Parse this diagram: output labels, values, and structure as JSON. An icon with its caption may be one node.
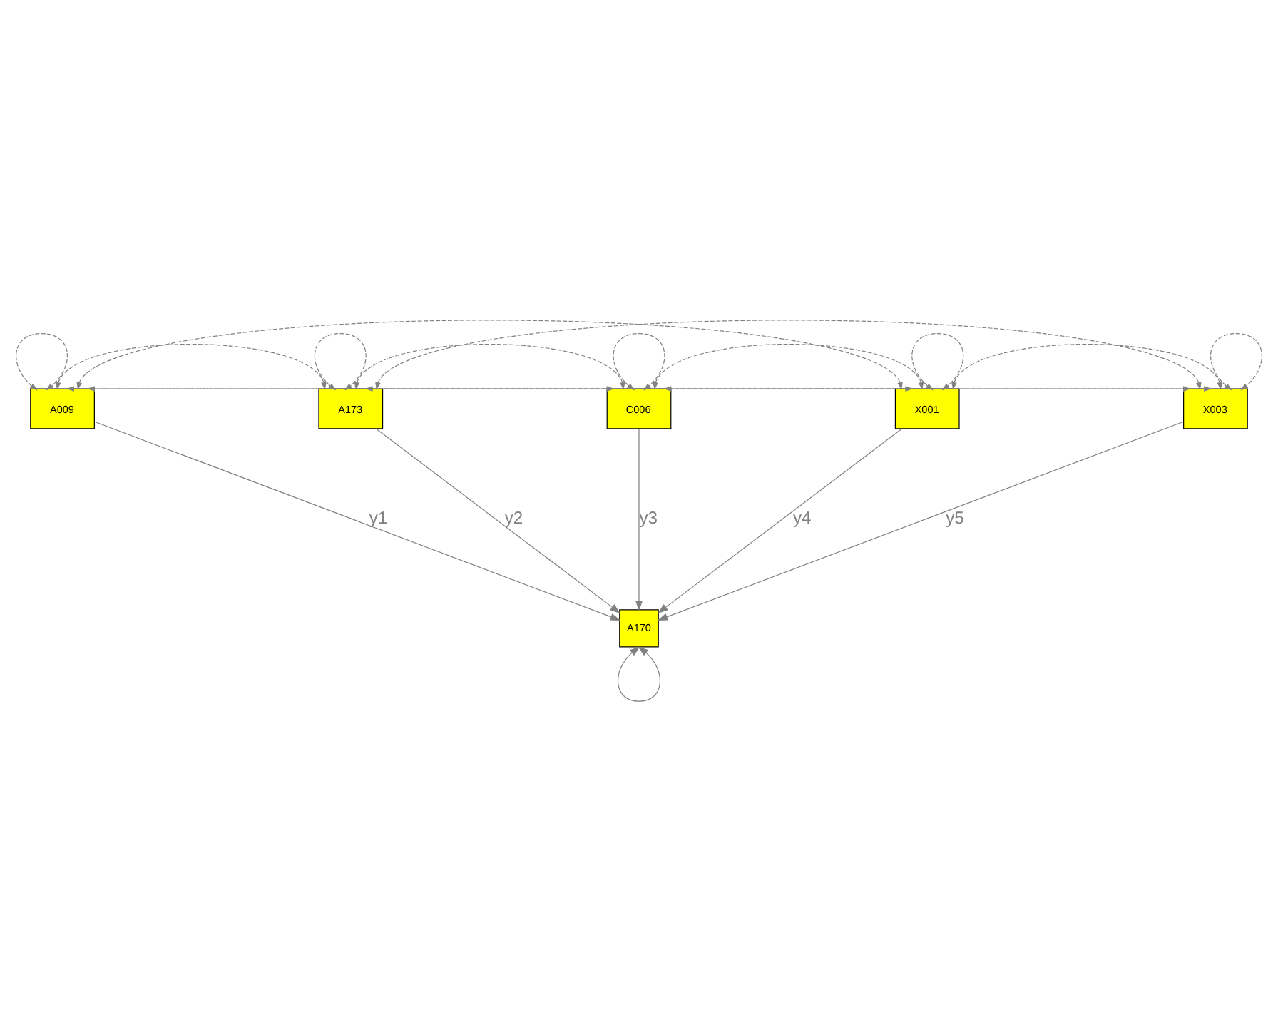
{
  "diagram": {
    "nodes": [
      {
        "text": [
          "A009"
        ]
      },
      {
        "text": [
          "A173"
        ]
      },
      {
        "text": [
          "C006"
        ]
      },
      {
        "text": [
          "X001"
        ]
      },
      {
        "text": [
          "X003"
        ]
      },
      {
        "text": [
          "A170"
        ]
      }
    ],
    "edges": [
      {
        "from": 0,
        "to": 0,
        "arrow": "both",
        "style": "dashed"
      },
      {
        "from": 1,
        "to": 1,
        "arrow": "both",
        "style": "dashed"
      },
      {
        "from": 2,
        "to": 2,
        "arrow": "both",
        "style": "dashed"
      },
      {
        "from": 3,
        "to": 3,
        "arrow": "both",
        "style": "dashed"
      },
      {
        "from": 4,
        "to": 4,
        "arrow": "both",
        "style": "dashed"
      },
      {
        "from": 0,
        "to": 1,
        "arrow": "both",
        "style": "dashed"
      },
      {
        "from": 0,
        "to": 2,
        "arrow": "both",
        "style": "dashed"
      },
      {
        "from": 0,
        "to": 3,
        "arrow": "both",
        "style": "dashed"
      },
      {
        "from": 0,
        "to": 4,
        "arrow": "both",
        "style": "dashed"
      },
      {
        "from": 1,
        "to": 2,
        "arrow": "both",
        "style": "dashed"
      },
      {
        "from": 1,
        "to": 3,
        "arrow": "both",
        "style": "dashed"
      },
      {
        "from": 1,
        "to": 4,
        "arrow": "both",
        "style": "dashed"
      },
      {
        "from": 2,
        "to": 3,
        "arrow": "both",
        "style": "dashed"
      },
      {
        "from": 2,
        "to": 4,
        "arrow": "both",
        "style": "dashed"
      },
      {
        "from": 3,
        "to": 4,
        "arrow": "both",
        "style": "dashed"
      },
      {
        "from": 0,
        "to": 5,
        "arrow": "to",
        "label": "y1"
      },
      {
        "from": 1,
        "to": 5,
        "arrow": "to",
        "label": "y2"
      },
      {
        "from": 2,
        "to": 5,
        "arrow": "to",
        "label": "y3"
      },
      {
        "from": 3,
        "to": 5,
        "arrow": "to",
        "label": "y4"
      },
      {
        "from": 4,
        "to": 5,
        "arrow": "to",
        "label": "y5"
      },
      {
        "from": 5,
        "to": 5,
        "arrow": "both"
      }
    ]
  }
}
